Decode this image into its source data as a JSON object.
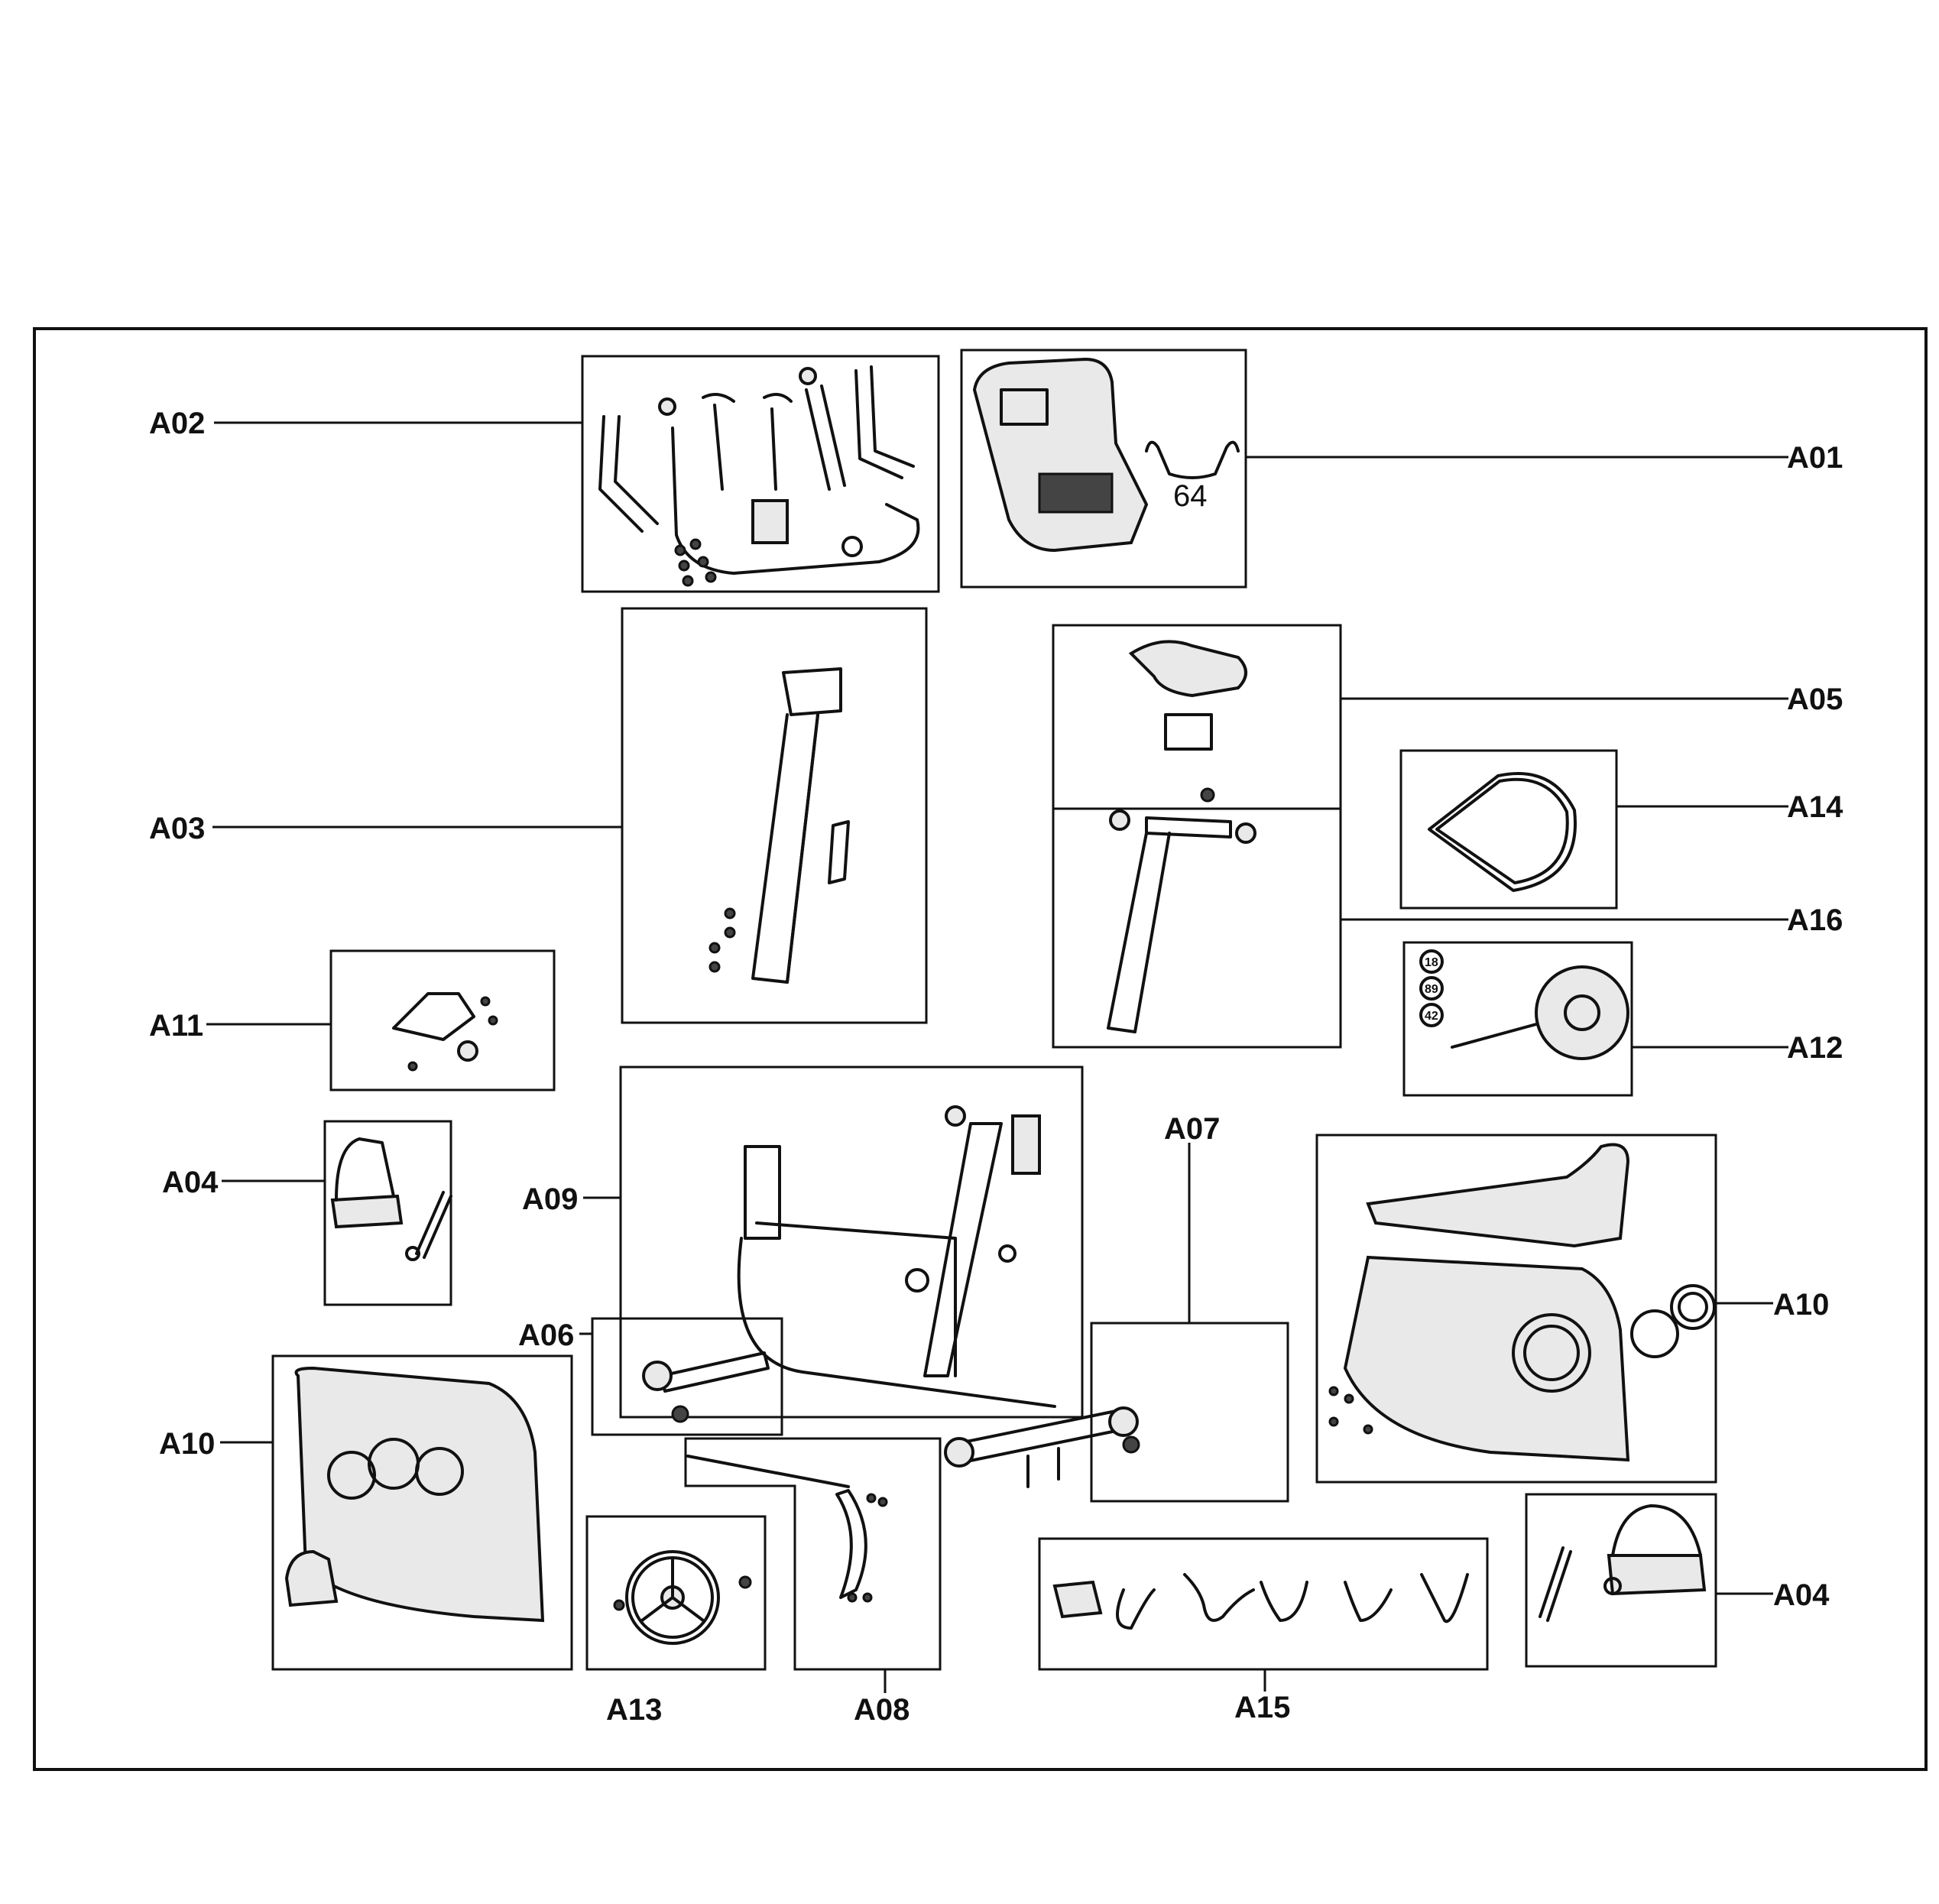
{
  "labels": {
    "A01": "A01",
    "A02": "A02",
    "A03": "A03",
    "A04_left": "A04",
    "A04_right": "A04",
    "A05": "A05",
    "A06": "A06",
    "A07": "A07",
    "A08": "A08",
    "A09": "A09",
    "A10_left": "A10",
    "A10_right": "A10",
    "A11": "A11",
    "A12": "A12",
    "A13": "A13",
    "A14": "A14",
    "A15": "A15",
    "A16": "A16"
  },
  "callouts": {
    "part_64": "64",
    "part_18": "18",
    "part_89": "89",
    "part_42": "42"
  }
}
